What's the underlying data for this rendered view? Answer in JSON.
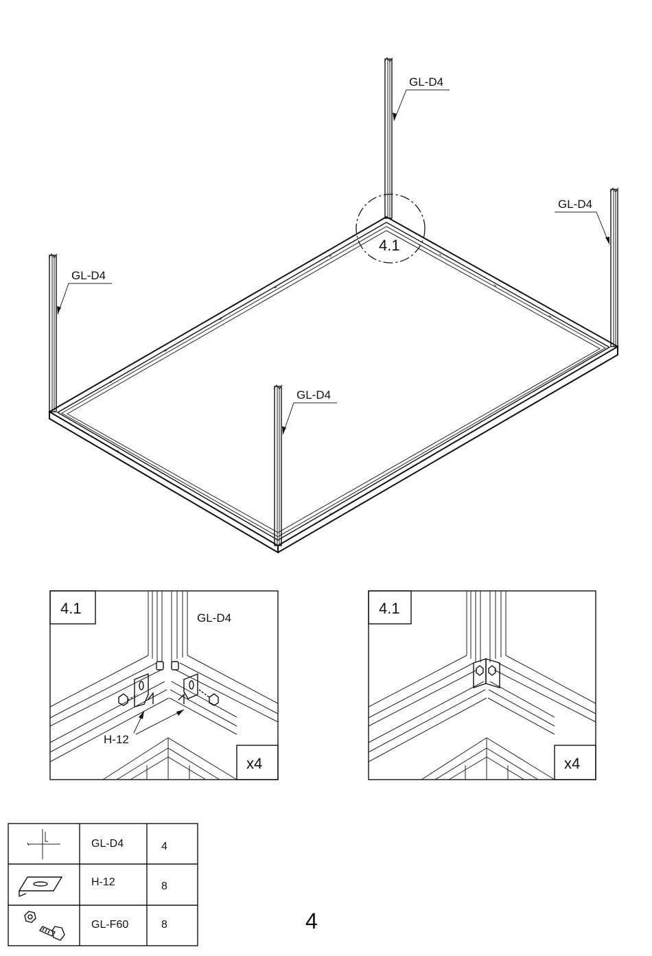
{
  "main_figure": {
    "post_labels": [
      "GL-D4",
      "GL-D4",
      "GL-D4",
      "GL-D4"
    ],
    "detail_callout": "4.1"
  },
  "detail_left": {
    "tag": "4.1",
    "post_label": "GL-D4",
    "bracket_label": "H-12",
    "multiplier": "x4"
  },
  "detail_right": {
    "tag": "4.1",
    "multiplier": "x4"
  },
  "parts_table": {
    "rows": [
      {
        "icon": "post-profile-icon",
        "part": "GL-D4",
        "qty": "4"
      },
      {
        "icon": "bracket-icon",
        "part": "H-12",
        "qty": "8"
      },
      {
        "icon": "bolt-nut-icon",
        "part": "GL-F60",
        "qty": "8"
      }
    ]
  },
  "page_number": "4"
}
